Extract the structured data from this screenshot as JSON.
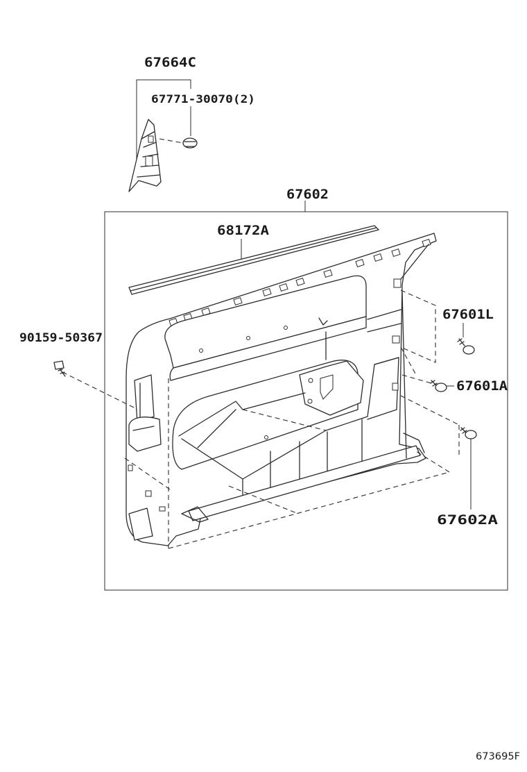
{
  "parts": {
    "pillar_garnish": "67664C",
    "clip": "67771-30070(2)",
    "door_trim_board": "67602",
    "weatherstrip": "68172A",
    "screw_upper_right": "67601L",
    "screw_left": "90159-50367",
    "screw_middle_right": "67601A",
    "clip_lower_right": "67602A"
  },
  "diagram_code": "673695F"
}
